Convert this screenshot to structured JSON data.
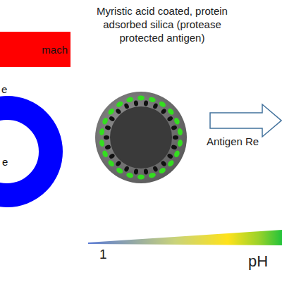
{
  "diagram": {
    "nodes": [
      {
        "text": [
          "mach"
        ]
      },
      {
        "text": [
          "e"
        ]
      },
      {
        "text": [
          "Myristic acid coated, protein adsorbed silica (protease protected antigen)"
        ]
      }
    ],
    "labels": [
      "e",
      "Antigen Re",
      "1",
      "pH"
    ]
  }
}
